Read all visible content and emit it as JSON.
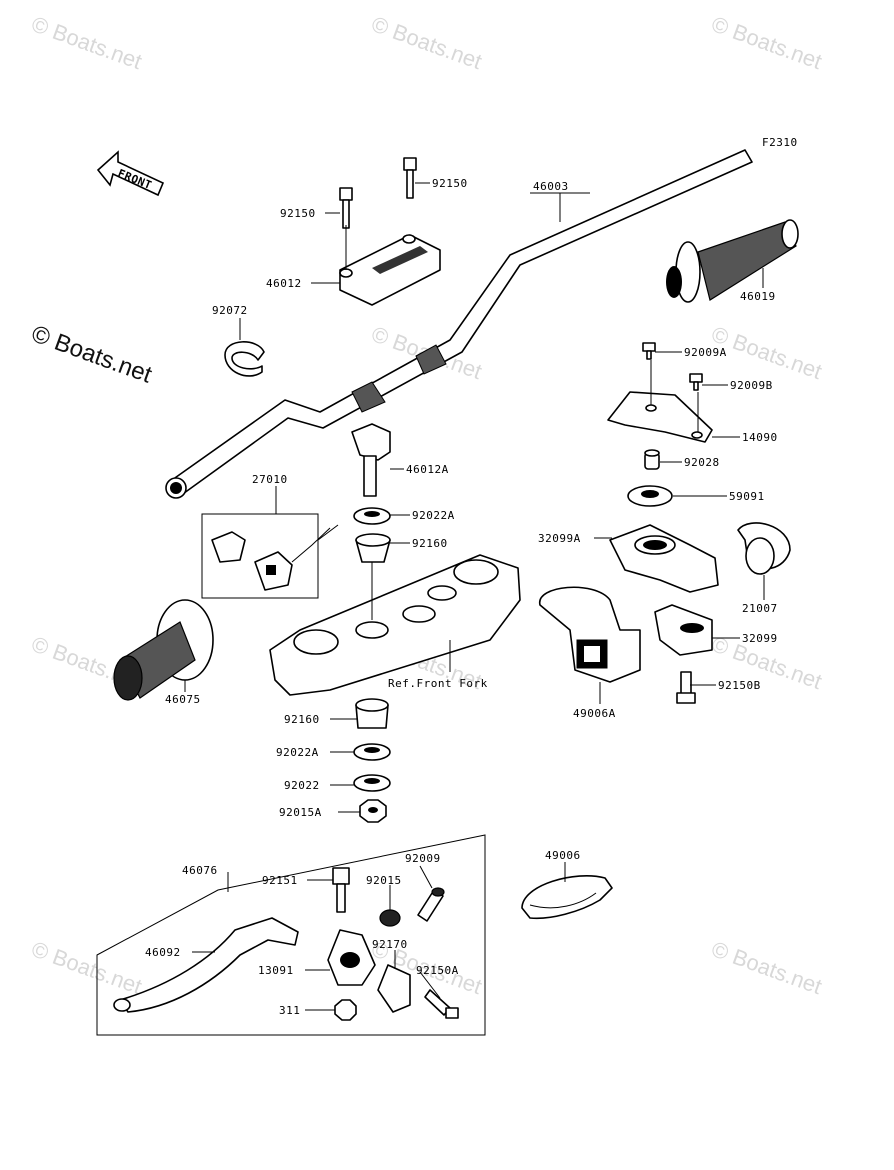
{
  "figure_code": "F2310",
  "front_arrow_label": "FRONT",
  "watermark": "© Boats.net",
  "watermark_inline": "© Boats.net",
  "callouts": {
    "c46003": "46003",
    "c92150_top": "92150",
    "c92150_left": "92150",
    "c46012": "46012",
    "c46019": "46019",
    "c92072": "92072",
    "c92009A": "92009A",
    "c92009B": "92009B",
    "c14090": "14090",
    "c46012A": "46012A",
    "c92028": "92028",
    "c27010": "27010",
    "c59091": "59091",
    "c92022A_top": "92022A",
    "c92160_top": "92160",
    "c32099A": "32099A",
    "c21007": "21007",
    "c32099": "32099",
    "c46075": "46075",
    "c_ref_front_fork": "Ref.Front Fork",
    "c92150B": "92150B",
    "c49006A": "49006A",
    "c92160_bottom": "92160",
    "c92022A_bottom": "92022A",
    "c92022": "92022",
    "c92015A": "92015A",
    "c46076": "46076",
    "c92009": "92009",
    "c49006": "49006",
    "c92151": "92151",
    "c92015": "92015",
    "c46092": "46092",
    "c92170": "92170",
    "c13091": "13091",
    "c92150A": "92150A",
    "c311": "311"
  }
}
